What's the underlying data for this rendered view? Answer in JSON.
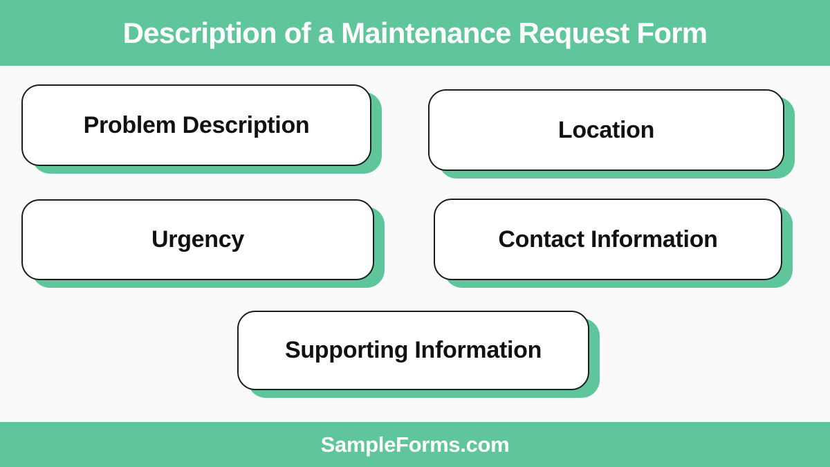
{
  "header": {
    "title": "Description of a Maintenance Request Form"
  },
  "footer": {
    "brand": "SampleForms.com"
  },
  "colors": {
    "accent_green": "#5fc69b",
    "canvas_background": "#fafafa",
    "box_fill": "#ffffff",
    "box_border": "#1c1c1c",
    "label_text": "#111111",
    "banner_text": "#ffffff"
  },
  "boxes": [
    {
      "id": "problem-description",
      "label": "Problem Description"
    },
    {
      "id": "location",
      "label": "Location"
    },
    {
      "id": "urgency",
      "label": "Urgency"
    },
    {
      "id": "contact-information",
      "label": "Contact Information"
    },
    {
      "id": "supporting-information",
      "label": "Supporting Information"
    }
  ]
}
